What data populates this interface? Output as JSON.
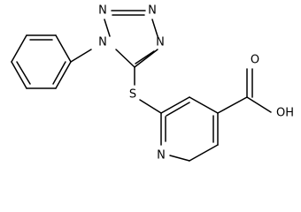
{
  "molecule": {
    "atom_labels": {
      "tetrazole_n1": "N",
      "tetrazole_n2": "N",
      "tetrazole_n3": "N",
      "tetrazole_n4": "N",
      "thioether_s": "S",
      "pyridine_n": "N",
      "carbonyl_o": "O",
      "hydroxyl": "OH"
    }
  }
}
